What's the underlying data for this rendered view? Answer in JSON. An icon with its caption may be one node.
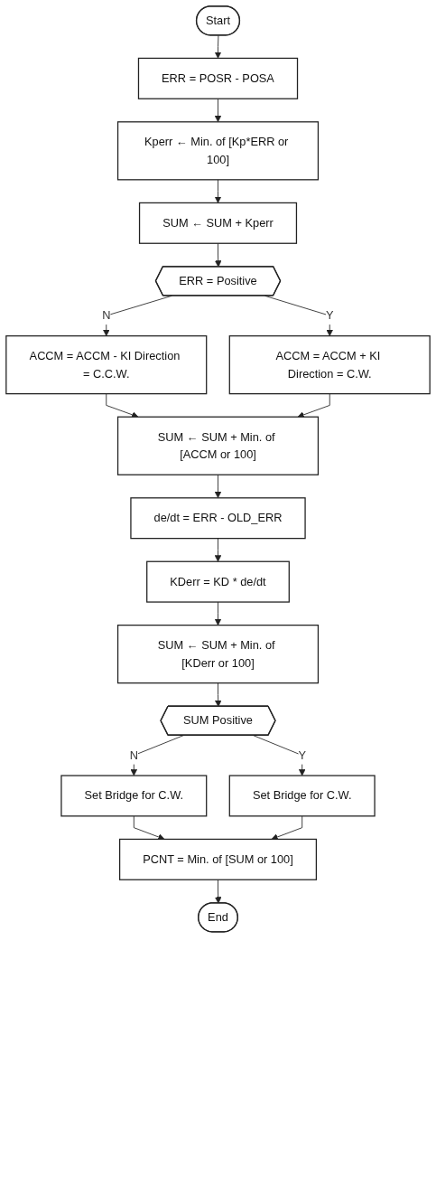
{
  "diagram": {
    "nodes": [
      {
        "text": [
          "Start"
        ]
      },
      {
        "text": [
          "ERR = POSR - POSA"
        ]
      },
      {
        "text": [
          "Kperr ← Min. of [Kp*ERR or 100]"
        ]
      },
      {
        "text": [
          "SUM ← SUM + Kperr"
        ]
      },
      {
        "text": [
          "ERR = Positive"
        ]
      },
      {
        "text": [
          "ACCM = ACCM + KI Direction = C.W."
        ]
      },
      {
        "text": [
          "ACCM = ACCM - KI Direction = C.C.W."
        ]
      },
      {
        "text": [
          "SUM ← SUM + Min. of [ACCM or 100]"
        ]
      },
      {
        "text": [
          "de/dt = ERR - OLD_ERR"
        ]
      },
      {
        "text": [
          "KDerr = KD * de/dt"
        ]
      },
      {
        "text": [
          "SUM ← SUM + Min. of [KDerr or 100]"
        ]
      },
      {
        "text": [
          "SUM Positive"
        ]
      },
      {
        "text": [
          "Set Bridge for C.W."
        ]
      },
      {
        "text": [
          "Set Bridge for C.W."
        ]
      },
      {
        "text": [
          "PCNT = Min. of [SUM or 100]"
        ]
      },
      {
        "text": [
          "End"
        ]
      }
    ],
    "edges": [
      {
        "from": 0,
        "to": 1,
        "arrow": "to"
      },
      {
        "from": 1,
        "to": 2,
        "arrow": "to"
      },
      {
        "from": 2,
        "to": 3,
        "arrow": "to"
      },
      {
        "from": 3,
        "to": 4,
        "arrow": "to"
      },
      {
        "from": 4,
        "to": 5,
        "arrow": "to",
        "label": "Y"
      },
      {
        "from": 4,
        "to": 6,
        "arrow": "to",
        "label": "N"
      },
      {
        "from": 6,
        "to": 7,
        "arrow": "to"
      },
      {
        "from": 5,
        "to": 7,
        "arrow": "to"
      },
      {
        "from": 7,
        "to": 8,
        "arrow": "to"
      },
      {
        "from": 8,
        "to": 9,
        "arrow": "to"
      },
      {
        "from": 9,
        "to": 10,
        "arrow": "to"
      },
      {
        "from": 10,
        "to": 11,
        "arrow": "to"
      },
      {
        "from": 11,
        "to": 12,
        "arrow": "to",
        "label": "Y"
      },
      {
        "from": 11,
        "to": 13,
        "arrow": "to",
        "label": "N"
      },
      {
        "from": 13,
        "to": 14,
        "arrow": "to"
      },
      {
        "from": 12,
        "to": 14,
        "arrow": "to"
      },
      {
        "from": 14,
        "to": 15,
        "arrow": "to"
      }
    ]
  }
}
